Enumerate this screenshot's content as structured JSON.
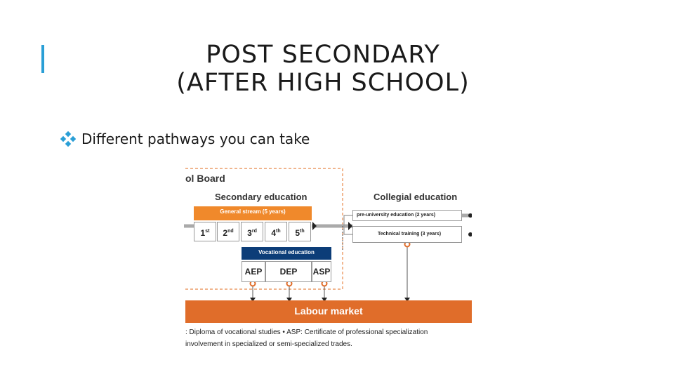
{
  "slide": {
    "title_line1": "POST SECONDARY",
    "title_line2": "(AFTER HIGH SCHOOL)",
    "bullet": "Different pathways you can take",
    "accent_color": "#2a9fd6"
  },
  "diagram": {
    "board_title": "ol Board",
    "secondary_title": "Secondary education",
    "collegial_title": "Collegial education",
    "general_stream": "General stream (5 years)",
    "grades": [
      "1",
      "2",
      "3",
      "4",
      "5"
    ],
    "grade_suffixes": [
      "st",
      "nd",
      "rd",
      "th",
      "th"
    ],
    "vocational_title": "Vocational education",
    "vocational_items": [
      "AEP",
      "DEP",
      "ASP"
    ],
    "pre_university": "pre-university education (2 years)",
    "technical_training": "Technical training (3 years)",
    "labour_market": "Labour market",
    "footnote_line1": ": Diploma of vocational studies  •  ASP: Certificate of professional specialization",
    "footnote_line2": "involvement in specialized or semi-specialized trades.",
    "colors": {
      "orange": "#f0892b",
      "navy": "#0c3d78",
      "labour": "#e06d2a"
    }
  }
}
